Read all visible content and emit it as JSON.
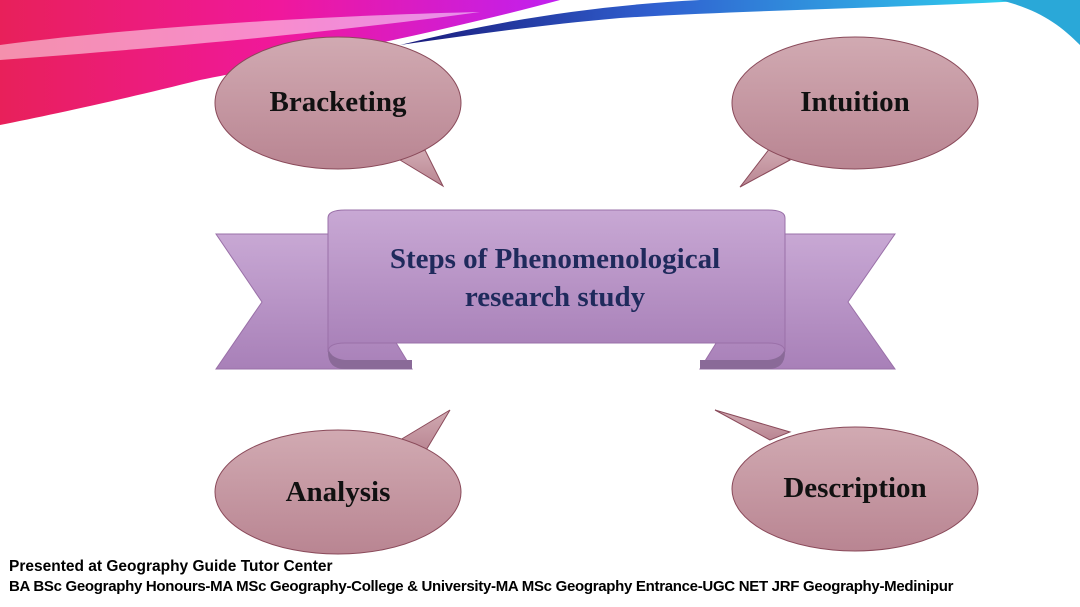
{
  "diagram": {
    "title": "Steps of Phenomenological research study",
    "title_line1": "Steps of Phenomenological",
    "title_line2": "research study",
    "steps": [
      "Bracketing",
      "Intuition",
      "Analysis",
      "Description"
    ]
  },
  "footer": {
    "line1": "Presented at Geography Guide Tutor Center",
    "line2": "BA BSc Geography Honours-MA MSc Geography-College & University-MA MSc Geography Entrance-UGC NET JRF Geography-Medinipur"
  },
  "colors": {
    "bubble": "#c79aa4",
    "ribbon": "#b792c0",
    "title": "#1f2a5c"
  }
}
